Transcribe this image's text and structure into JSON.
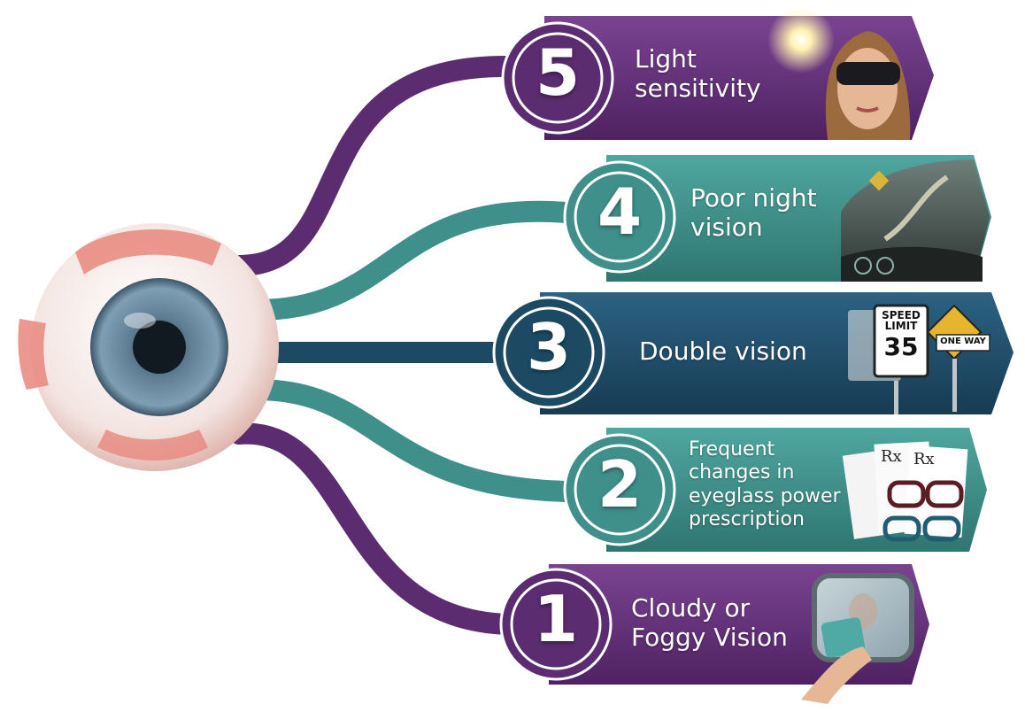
{
  "items": [
    {
      "number": "5",
      "label_lines": [
        "Light",
        "sensitivity"
      ],
      "icon": "sunglasses-woman-icon"
    },
    {
      "number": "4",
      "label_lines": [
        "Poor night",
        "vision"
      ],
      "icon": "night-road-icon"
    },
    {
      "number": "3",
      "label_lines": [
        "Double vision"
      ],
      "icon": "double-road-signs-icon"
    },
    {
      "number": "2",
      "label_lines": [
        "Frequent",
        "changes in",
        "eyeglass power",
        "prescription"
      ],
      "icon": "prescription-glasses-icon"
    },
    {
      "number": "1",
      "label_lines": [
        "Cloudy or",
        "Foggy Vision"
      ],
      "icon": "foggy-mirror-icon"
    }
  ],
  "signs": {
    "speed_top": "SPEED",
    "speed_mid": "LIMIT",
    "speed_num": "35",
    "one_way": "ONE WAY",
    "rx": "Rx"
  },
  "colors": {
    "purple": "#5b2c6f",
    "teal": "#3f8f8a",
    "navy": "#1d4a63"
  }
}
